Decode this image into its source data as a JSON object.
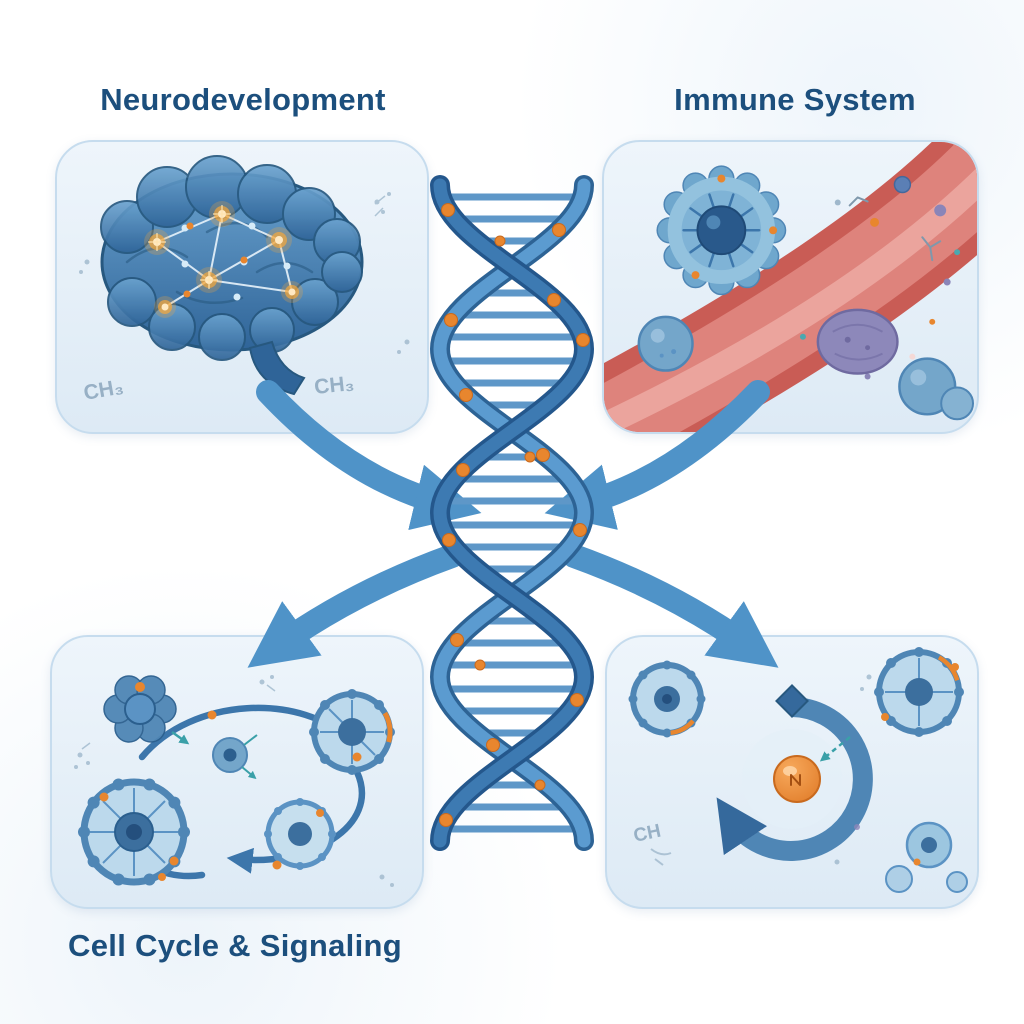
{
  "figure": {
    "panels": {
      "neurodevelopment": {
        "title": "Neurodevelopment",
        "methyl_left": "CH₃",
        "methyl_right": "CH₃"
      },
      "immune_system": {
        "title": "Immune System"
      },
      "cell_cycle": {
        "title": "Cell Cycle & Signaling"
      },
      "cycle_loop": {
        "methyl": "CH"
      }
    },
    "icons": {
      "center": "dna-double-helix",
      "top_left": "brain-neural-network",
      "top_right": "immune-cells-blood-vessel",
      "bottom_left": "cell-cycle-signaling-cells",
      "bottom_right": "cell-cycle-arrow-loop"
    },
    "colors": {
      "title_text": "#1c4f7d",
      "panel_bg": "#e7f1f9",
      "panel_border": "#c6dcee",
      "dna_strand_dark": "#24578c",
      "dna_strand_mid": "#3d7ab2",
      "dna_strand_light": "#5b9bd0",
      "dna_rung": "#5e97c8",
      "methyl_orange": "#e8862e",
      "arrow_blue": "#4f93c8",
      "vessel_red": "#c95c55",
      "cell_blue": "#74a6ca",
      "cell_purple": "#8d88ba",
      "glow_orange": "#f6a83b",
      "annotation_gray": "#8ba6bd"
    }
  }
}
